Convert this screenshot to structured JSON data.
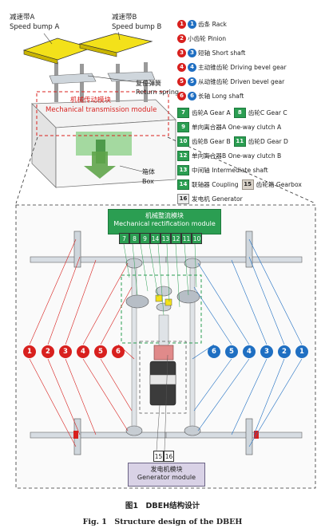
{
  "top_labels": {
    "speed_bump_a_cn": "减速带A",
    "speed_bump_a_en": "Speed bump A",
    "speed_bump_b_cn": "减速带B",
    "speed_bump_b_en": "Speed bump B",
    "return_spring_cn": "复位弹簧",
    "return_spring_en": "Return spring",
    "mech_transmission_cn": "机械传动模块",
    "mech_transmission_en": "Mechanical transmission module",
    "box_cn": "箱体",
    "box_en": "Box"
  },
  "legend": [
    {
      "nums": [
        "1",
        "1"
      ],
      "style": "red-blue",
      "text": "齿条 Rack"
    },
    {
      "nums": [
        "2"
      ],
      "style": "red",
      "text": "小齿轮 Pinion"
    },
    {
      "nums": [
        "3",
        "3"
      ],
      "style": "red-blue",
      "text": "短轴 Short shaft"
    },
    {
      "nums": [
        "4",
        "4"
      ],
      "style": "red-blue",
      "text": "主动锥齿轮 Driving bevel gear"
    },
    {
      "nums": [
        "5",
        "5"
      ],
      "style": "red-blue",
      "text": "从动锥齿轮 Driven bevel gear"
    },
    {
      "nums": [
        "6",
        "6"
      ],
      "style": "red-blue",
      "text": "长轴 Long shaft"
    },
    {
      "nums": [
        "7"
      ],
      "style": "green",
      "text": "齿轮A Gear A",
      "extra_num": "8",
      "extra_text": "齿轮C Gear C"
    },
    {
      "nums": [
        "9"
      ],
      "style": "green",
      "text": "单向离合器A One-way clutch A"
    },
    {
      "nums": [
        "10"
      ],
      "style": "green",
      "text": "齿轮B Gear B",
      "extra_num": "11",
      "extra_text": "齿轮D Gear D"
    },
    {
      "nums": [
        "12"
      ],
      "style": "green",
      "text": "单向离合器B One-way clutch B"
    },
    {
      "nums": [
        "13"
      ],
      "style": "green",
      "text": "中间轴 Intermediate shaft"
    },
    {
      "nums": [
        "14"
      ],
      "style": "green",
      "text": "联轴器 Coupling",
      "extra_num": "15",
      "extra_text": "齿轮箱 Gearbox",
      "extra_style": "tan"
    },
    {
      "nums": [
        "16"
      ],
      "style": "gray",
      "text": "发电机 Generator"
    }
  ],
  "rectification": {
    "title_cn": "机械整流模块",
    "title_en": "Mechanical rectification module",
    "numbers": [
      "7",
      "8",
      "9",
      "14",
      "13",
      "12",
      "11",
      "10"
    ]
  },
  "generator": {
    "title_cn": "发电机模块",
    "title_en": "Generator module",
    "numbers": [
      "15",
      "16"
    ]
  },
  "left_circles": [
    "1",
    "2",
    "3",
    "4",
    "5",
    "6"
  ],
  "right_circles": [
    "6",
    "5",
    "4",
    "3",
    "2",
    "1"
  ],
  "colors": {
    "red": "#d8201e",
    "blue": "#1f6fc2",
    "green": "#2b9e52",
    "yellow": "#f3e11a"
  },
  "caption": {
    "cn": "图1　DBEH结构设计",
    "en": "Fig. 1　Structure design of the DBEH"
  }
}
